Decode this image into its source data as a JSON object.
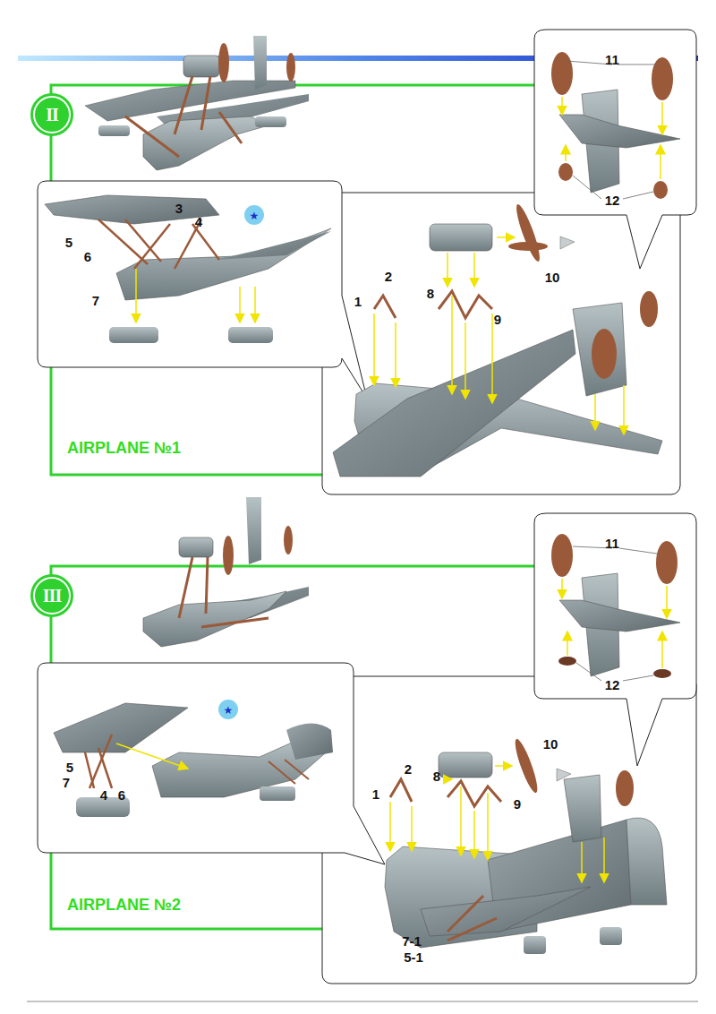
{
  "diagram": {
    "nodes": [
      {
        "text": [
          "II"
        ]
      },
      {
        "text": [
          "III"
        ]
      }
    ],
    "labels": [
      "11",
      "12",
      "3",
      "4",
      "5",
      "6",
      "7",
      "2",
      "1",
      "8",
      "9",
      "10",
      "AIRPLANE №1",
      "11",
      "12",
      "5",
      "7",
      "4",
      "6",
      "2",
      "1",
      "8",
      "9",
      "10",
      "7-1",
      "5-1",
      "AIRPLANE №2"
    ]
  }
}
